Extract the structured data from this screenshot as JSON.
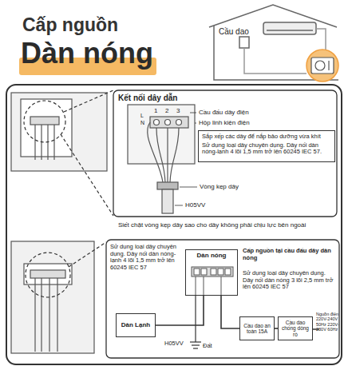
{
  "diagram": {
    "title": "Cấp nguồn",
    "nodes": [
      {
        "text": [
          "Kết nối dây dẫn"
        ]
      },
      {
        "text": [
          "Sắp xếp các dây để nắp bảo dưỡng vừa khít",
          "Sử dụng loại dây chuyên dụng. Dây nối dàn nóng-lạnh 4 lõi 1,5 mm trở lên 60245 IEC 57."
        ],
        "in": 0
      },
      {
        "text": [
          "Dàn nóng"
        ]
      },
      {
        "text": [
          "Dàn Lạnh"
        ]
      },
      {
        "text": [
          "Cầu dao an toàn 15A"
        ]
      },
      {
        "text": [
          "Cầu dao chống dòng rò"
        ]
      }
    ],
    "edges": [
      {
        "from": 3,
        "to": 2,
        "arrow": "none"
      },
      {
        "from": 2,
        "to": 4,
        "arrow": "none"
      },
      {
        "from": 4,
        "to": 5,
        "arrow": "none"
      }
    ],
    "labels": [
      "Dàn nóng",
      "Cầu dao",
      "1",
      "2",
      "3",
      "L",
      "N",
      "Cầu đấu dây điện",
      "Hộp linh kiện điện",
      "Vòng kẹp dây",
      "H05VV",
      "Siết chặt vòng kẹp dây sao cho dây không phải chịu lực bên ngoài",
      "Sử dụng loại dây chuyên dụng. Dây nối dàn nóng-lạnh 4 lõi 1,5 mm trở lên 60245 IEC 57",
      "Cấp nguồn tại cầu đấu dây dàn nóng",
      "Sử dụng loại dây chuyên dụng. Dây nối dàn nóng 3 lõi 2,5 mm trở lên 60245 IEC 57",
      "H05VV",
      "Đất",
      "Nguồn điện 220V-240V 50Hz 220V-230V 60Hz"
    ]
  }
}
